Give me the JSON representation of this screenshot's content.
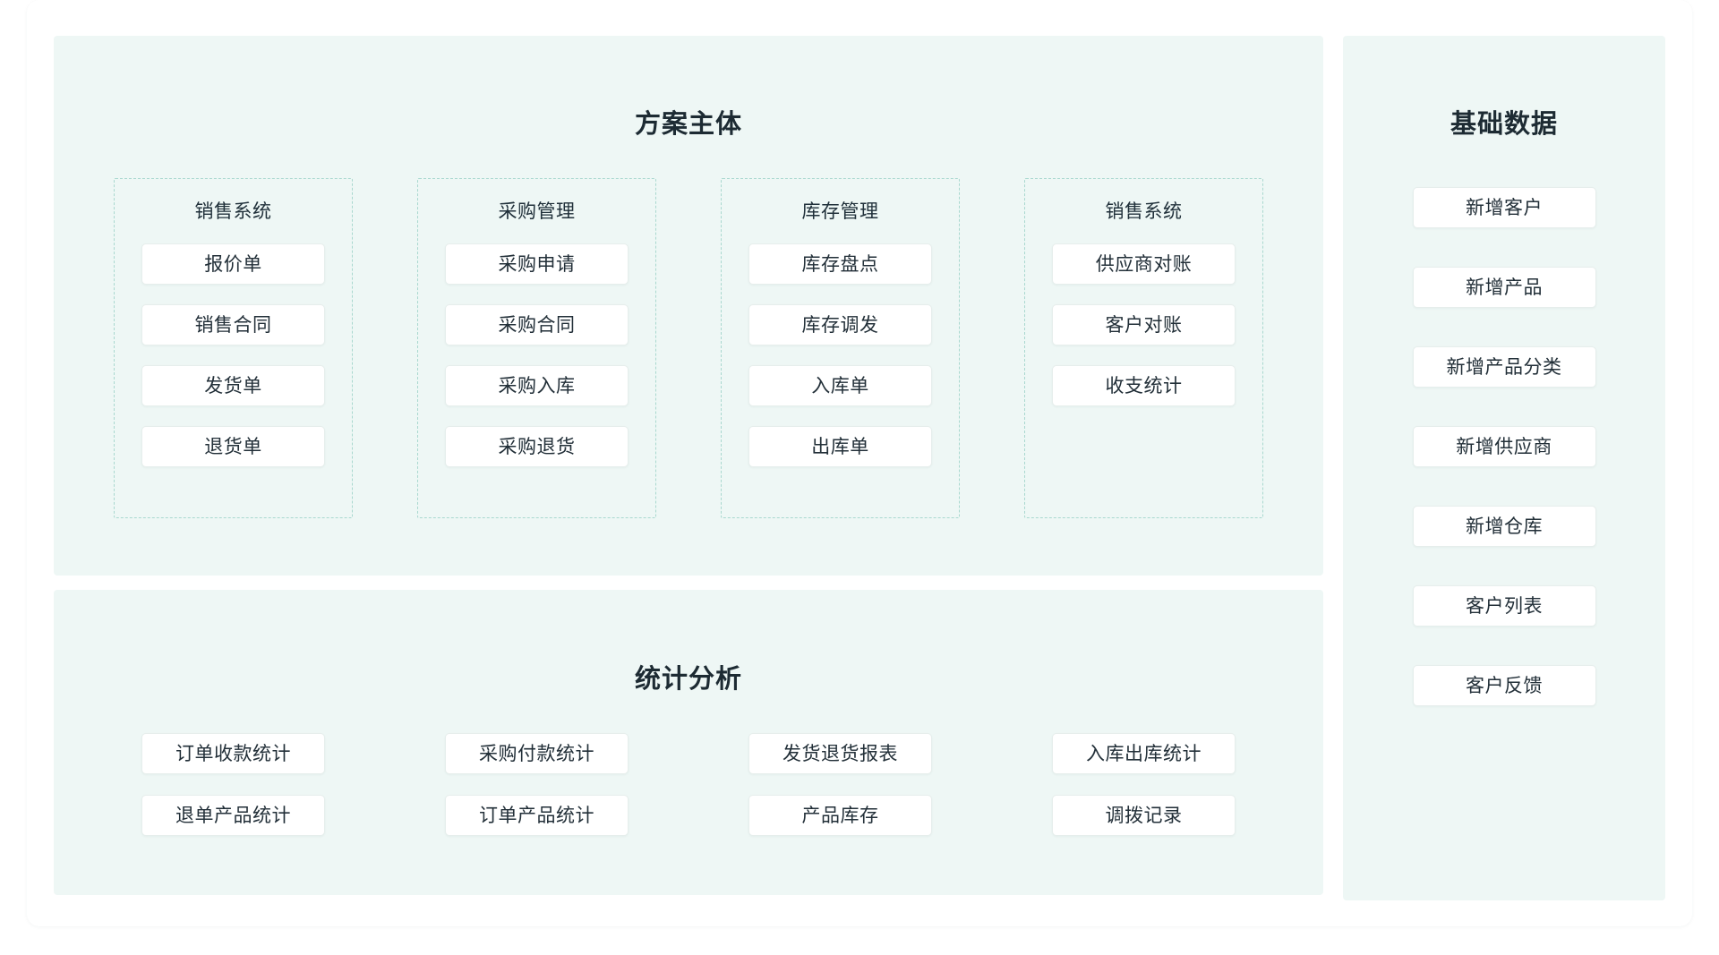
{
  "main_panel": {
    "title": "方案主体",
    "groups": [
      {
        "title": "销售系统",
        "items": [
          "报价单",
          "销售合同",
          "发货单",
          "退货单"
        ]
      },
      {
        "title": "采购管理",
        "items": [
          "采购申请",
          "采购合同",
          "采购入库",
          "采购退货"
        ]
      },
      {
        "title": "库存管理",
        "items": [
          "库存盘点",
          "库存调发",
          "入库单",
          "出库单"
        ]
      },
      {
        "title": "销售系统",
        "items": [
          "供应商对账",
          "客户对账",
          "收支统计"
        ]
      }
    ]
  },
  "stats_panel": {
    "title": "统计分析",
    "items": [
      "订单收款统计",
      "采购付款统计",
      "发货退货报表",
      "入库出库统计",
      "退单产品统计",
      "订单产品统计",
      "产品库存",
      "调拨记录"
    ]
  },
  "side_panel": {
    "title": "基础数据",
    "items": [
      "新增客户",
      "新增产品",
      "新增产品分类",
      "新增供应商",
      "新增仓库",
      "客户列表",
      "客户反馈"
    ]
  },
  "colors": {
    "panel_background": "#eef7f5",
    "page_background": "#ffffff",
    "dashed_border": "#a9d8cf",
    "button_background": "#ffffff",
    "button_border": "#e6eeec",
    "text_primary": "#1d2b33"
  }
}
